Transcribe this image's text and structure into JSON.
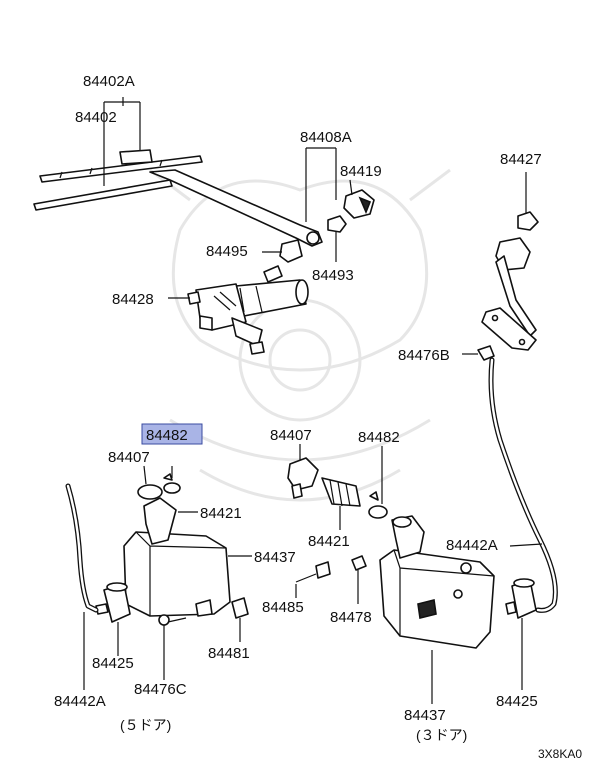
{
  "labels": {
    "p84402A_top": "84402A",
    "p84402": "84402",
    "p84408A": "84408A",
    "p84419": "84419",
    "p84427": "84427",
    "p84495": "84495",
    "p84493": "84493",
    "p84428": "84428",
    "p84476B": "84476B",
    "p84482_highlight": "84482",
    "p84407_left": "84407",
    "p84407_mid": "84407",
    "p84482_mid": "84482",
    "p84421_left": "84421",
    "p84421_mid": "84421",
    "p84437_left": "84437",
    "p84442A_right": "84442A",
    "p84485": "84485",
    "p84478": "84478",
    "p84425_left": "84425",
    "p84481": "84481",
    "p84476C": "84476C",
    "p84442A_bottom": "84442A",
    "p84437_bottom": "84437",
    "p84425_right": "84425",
    "note_5door": "(５ドア)",
    "note_3door": "(３ドア)",
    "diagram_code": "3X8KA0"
  },
  "highlight_color": "#a9b4e6"
}
